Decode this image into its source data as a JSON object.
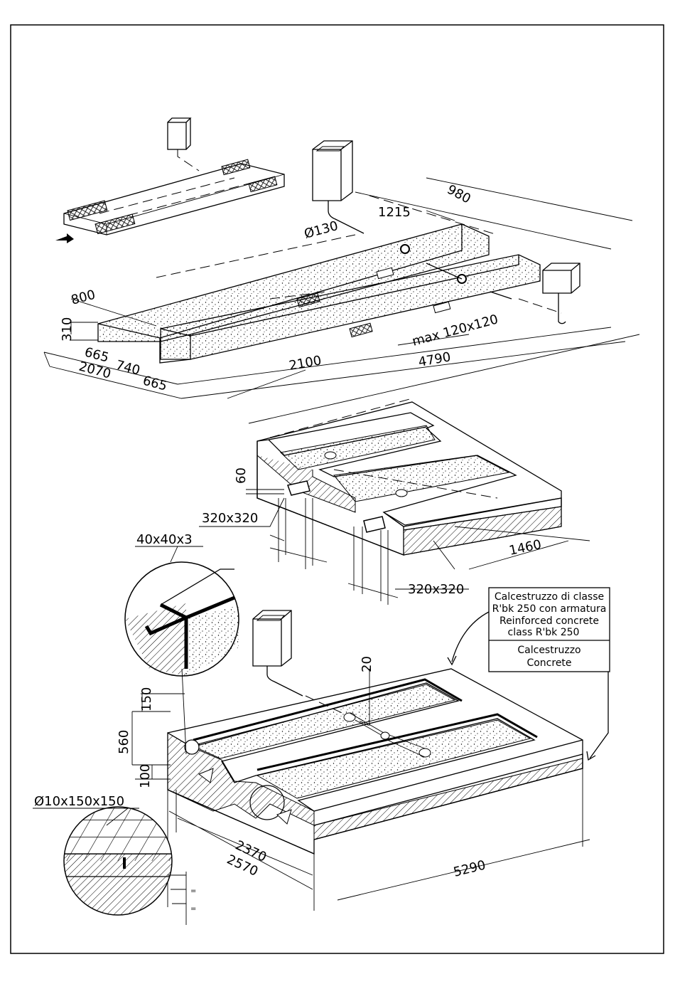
{
  "top_view": {
    "dims": {
      "d980": "980",
      "d1215": "1215",
      "d130": "Ø130",
      "d800": "800",
      "d310": "310",
      "d665a": "665",
      "d740": "740",
      "d665b": "665",
      "d2070": "2070",
      "d2100": "2100",
      "d4790": "4790",
      "dmax": "max 120x120"
    }
  },
  "middle_view": {
    "dims": {
      "d60": "60",
      "d320a": "320x320",
      "d1460": "1460",
      "d320b": "320x320"
    }
  },
  "detail_angle": {
    "label": "40x40x3"
  },
  "bottom_view": {
    "dims": {
      "d20": "20",
      "d150": "150",
      "d560": "560",
      "d100": "100",
      "d2370": "2370",
      "d2570": "2570",
      "d5290": "5290"
    }
  },
  "detail_mesh": {
    "label": "Ø10x150x150"
  },
  "legend": {
    "rc_lines": [
      "Calcestruzzo di classe",
      "R'bk 250 con armatura",
      "Reinforced concrete",
      "class R'bk 250"
    ],
    "c_lines": [
      "Calcestruzzo",
      "Concrete"
    ]
  },
  "colors": {
    "ink": "#000000",
    "paper": "#ffffff"
  }
}
